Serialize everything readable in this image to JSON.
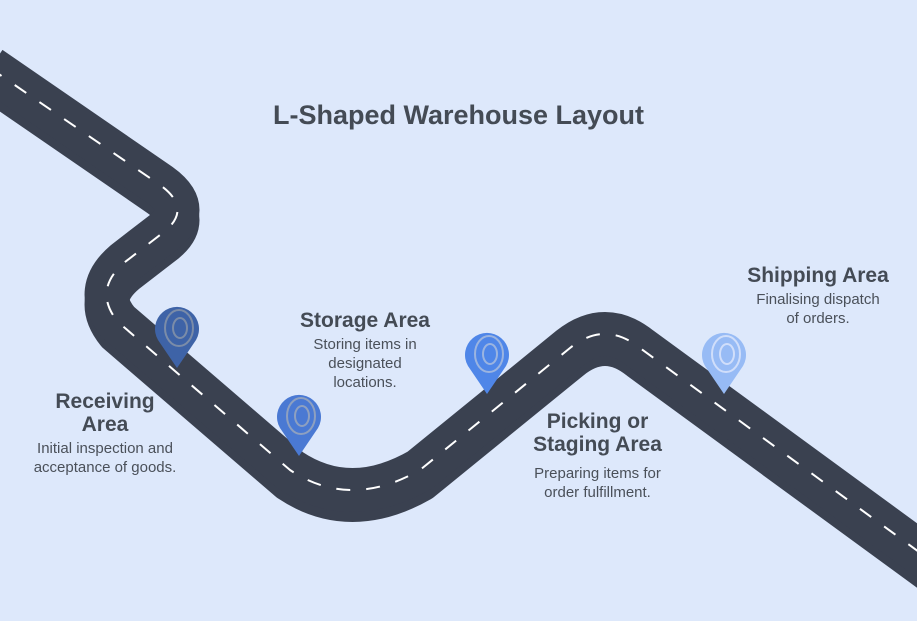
{
  "title": "L-Shaped Warehouse Layout",
  "stages": [
    {
      "heading": "Receiving Area",
      "heading_lines": [
        "Receiving",
        "Area"
      ],
      "description": "Initial inspection and acceptance of goods.",
      "description_lines": [
        "Initial inspection and",
        "acceptance of goods."
      ],
      "pin_color": "#3e63a7",
      "icon": "map-pin-icon"
    },
    {
      "heading": "Storage Area",
      "heading_lines": [
        "Storage Area"
      ],
      "description": "Storing items in designated locations.",
      "description_lines": [
        "Storing items in",
        "designated",
        "locations."
      ],
      "pin_color": "#4a79d3",
      "icon": "map-pin-icon"
    },
    {
      "heading": "Picking or Staging Area",
      "heading_lines": [
        "Picking or",
        "Staging Area"
      ],
      "description": "Preparing items for order fulfillment.",
      "description_lines": [
        "Preparing items for",
        "order fulfillment."
      ],
      "pin_color": "#4f86e8",
      "icon": "map-pin-icon"
    },
    {
      "heading": "Shipping Area",
      "heading_lines": [
        "Shipping Area"
      ],
      "description": "Finalising dispatch of orders.",
      "description_lines": [
        "Finalising dispatch",
        "of orders."
      ],
      "pin_color": "#97bbf5",
      "icon": "map-pin-icon"
    }
  ],
  "colors": {
    "background": "#dde8fb",
    "road": "#3a4150",
    "lane": "#ffffff",
    "text": "#444b55"
  }
}
